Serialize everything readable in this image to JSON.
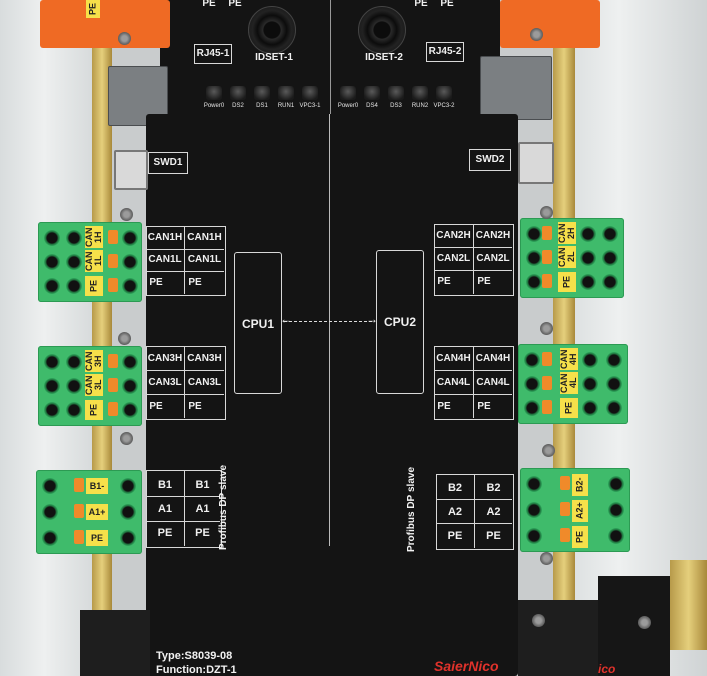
{
  "board": {
    "jacks": {
      "rj45_1": "RJ45-1",
      "rj45_2": "RJ45-2",
      "idset_1": "IDSET-1",
      "idset_2": "IDSET-2",
      "swd1": "SWD1",
      "swd2": "SWD2"
    },
    "top_pe": [
      "PE",
      "PE",
      "PE",
      "PE"
    ],
    "leds_left": [
      "Power0",
      "DS2",
      "DS1",
      "RUN1",
      "VPC3-1"
    ],
    "leds_right": [
      "Power0",
      "DS4",
      "DS3",
      "RUN2",
      "VPC3-2"
    ],
    "cpu1": "CPU1",
    "cpu2": "CPU2",
    "can_left": [
      [
        "CAN1H",
        "CAN1H"
      ],
      [
        "CAN1L",
        "CAN1L"
      ],
      [
        "PE",
        "PE"
      ],
      [
        "CAN3H",
        "CAN3H"
      ],
      [
        "CAN3L",
        "CAN3L"
      ],
      [
        "PE",
        "PE"
      ]
    ],
    "can_right": [
      [
        "CAN2H",
        "CAN2H"
      ],
      [
        "CAN2L",
        "CAN2L"
      ],
      [
        "PE",
        "PE"
      ],
      [
        "CAN4H",
        "CAN4H"
      ],
      [
        "CAN4L",
        "CAN4L"
      ],
      [
        "PE",
        "PE"
      ]
    ],
    "dp_left": [
      [
        "B1",
        "B1"
      ],
      [
        "A1",
        "A1"
      ],
      [
        "PE",
        "PE"
      ]
    ],
    "dp_right": [
      [
        "B2",
        "B2"
      ],
      [
        "A2",
        "A2"
      ],
      [
        "PE",
        "PE"
      ]
    ],
    "profibus_left": "Profibus DP",
    "profibus_left_sub": "slave",
    "profibus_right": "Profibus DP",
    "profibus_right_sub": "slave",
    "type_line": "Type:S8039-08",
    "function_line": "Function:DZT-1",
    "brand": "SaierNico",
    "brand_partial": "ico"
  },
  "terminals": {
    "left_top": [
      "CAN 1H",
      "CAN 1L",
      "PE"
    ],
    "left_mid": [
      "CAN 3H",
      "CAN 3L",
      "PE"
    ],
    "left_bot": [
      "B1-",
      "A1+",
      "PE"
    ],
    "right_top": [
      "CAN 2H",
      "CAN 2L",
      "PE"
    ],
    "right_mid": [
      "CAN 4H",
      "CAN 4L",
      "PE"
    ],
    "right_bot": [
      "B2-",
      "A2+",
      "PE"
    ],
    "orange_top_left": "PE"
  },
  "colors": {
    "pcb": "#141414",
    "terminal_green": "#3fbb6b",
    "terminal_orange": "#ef6a24",
    "label_yellow": "#f6e04a",
    "brand_red": "#e0322b"
  }
}
